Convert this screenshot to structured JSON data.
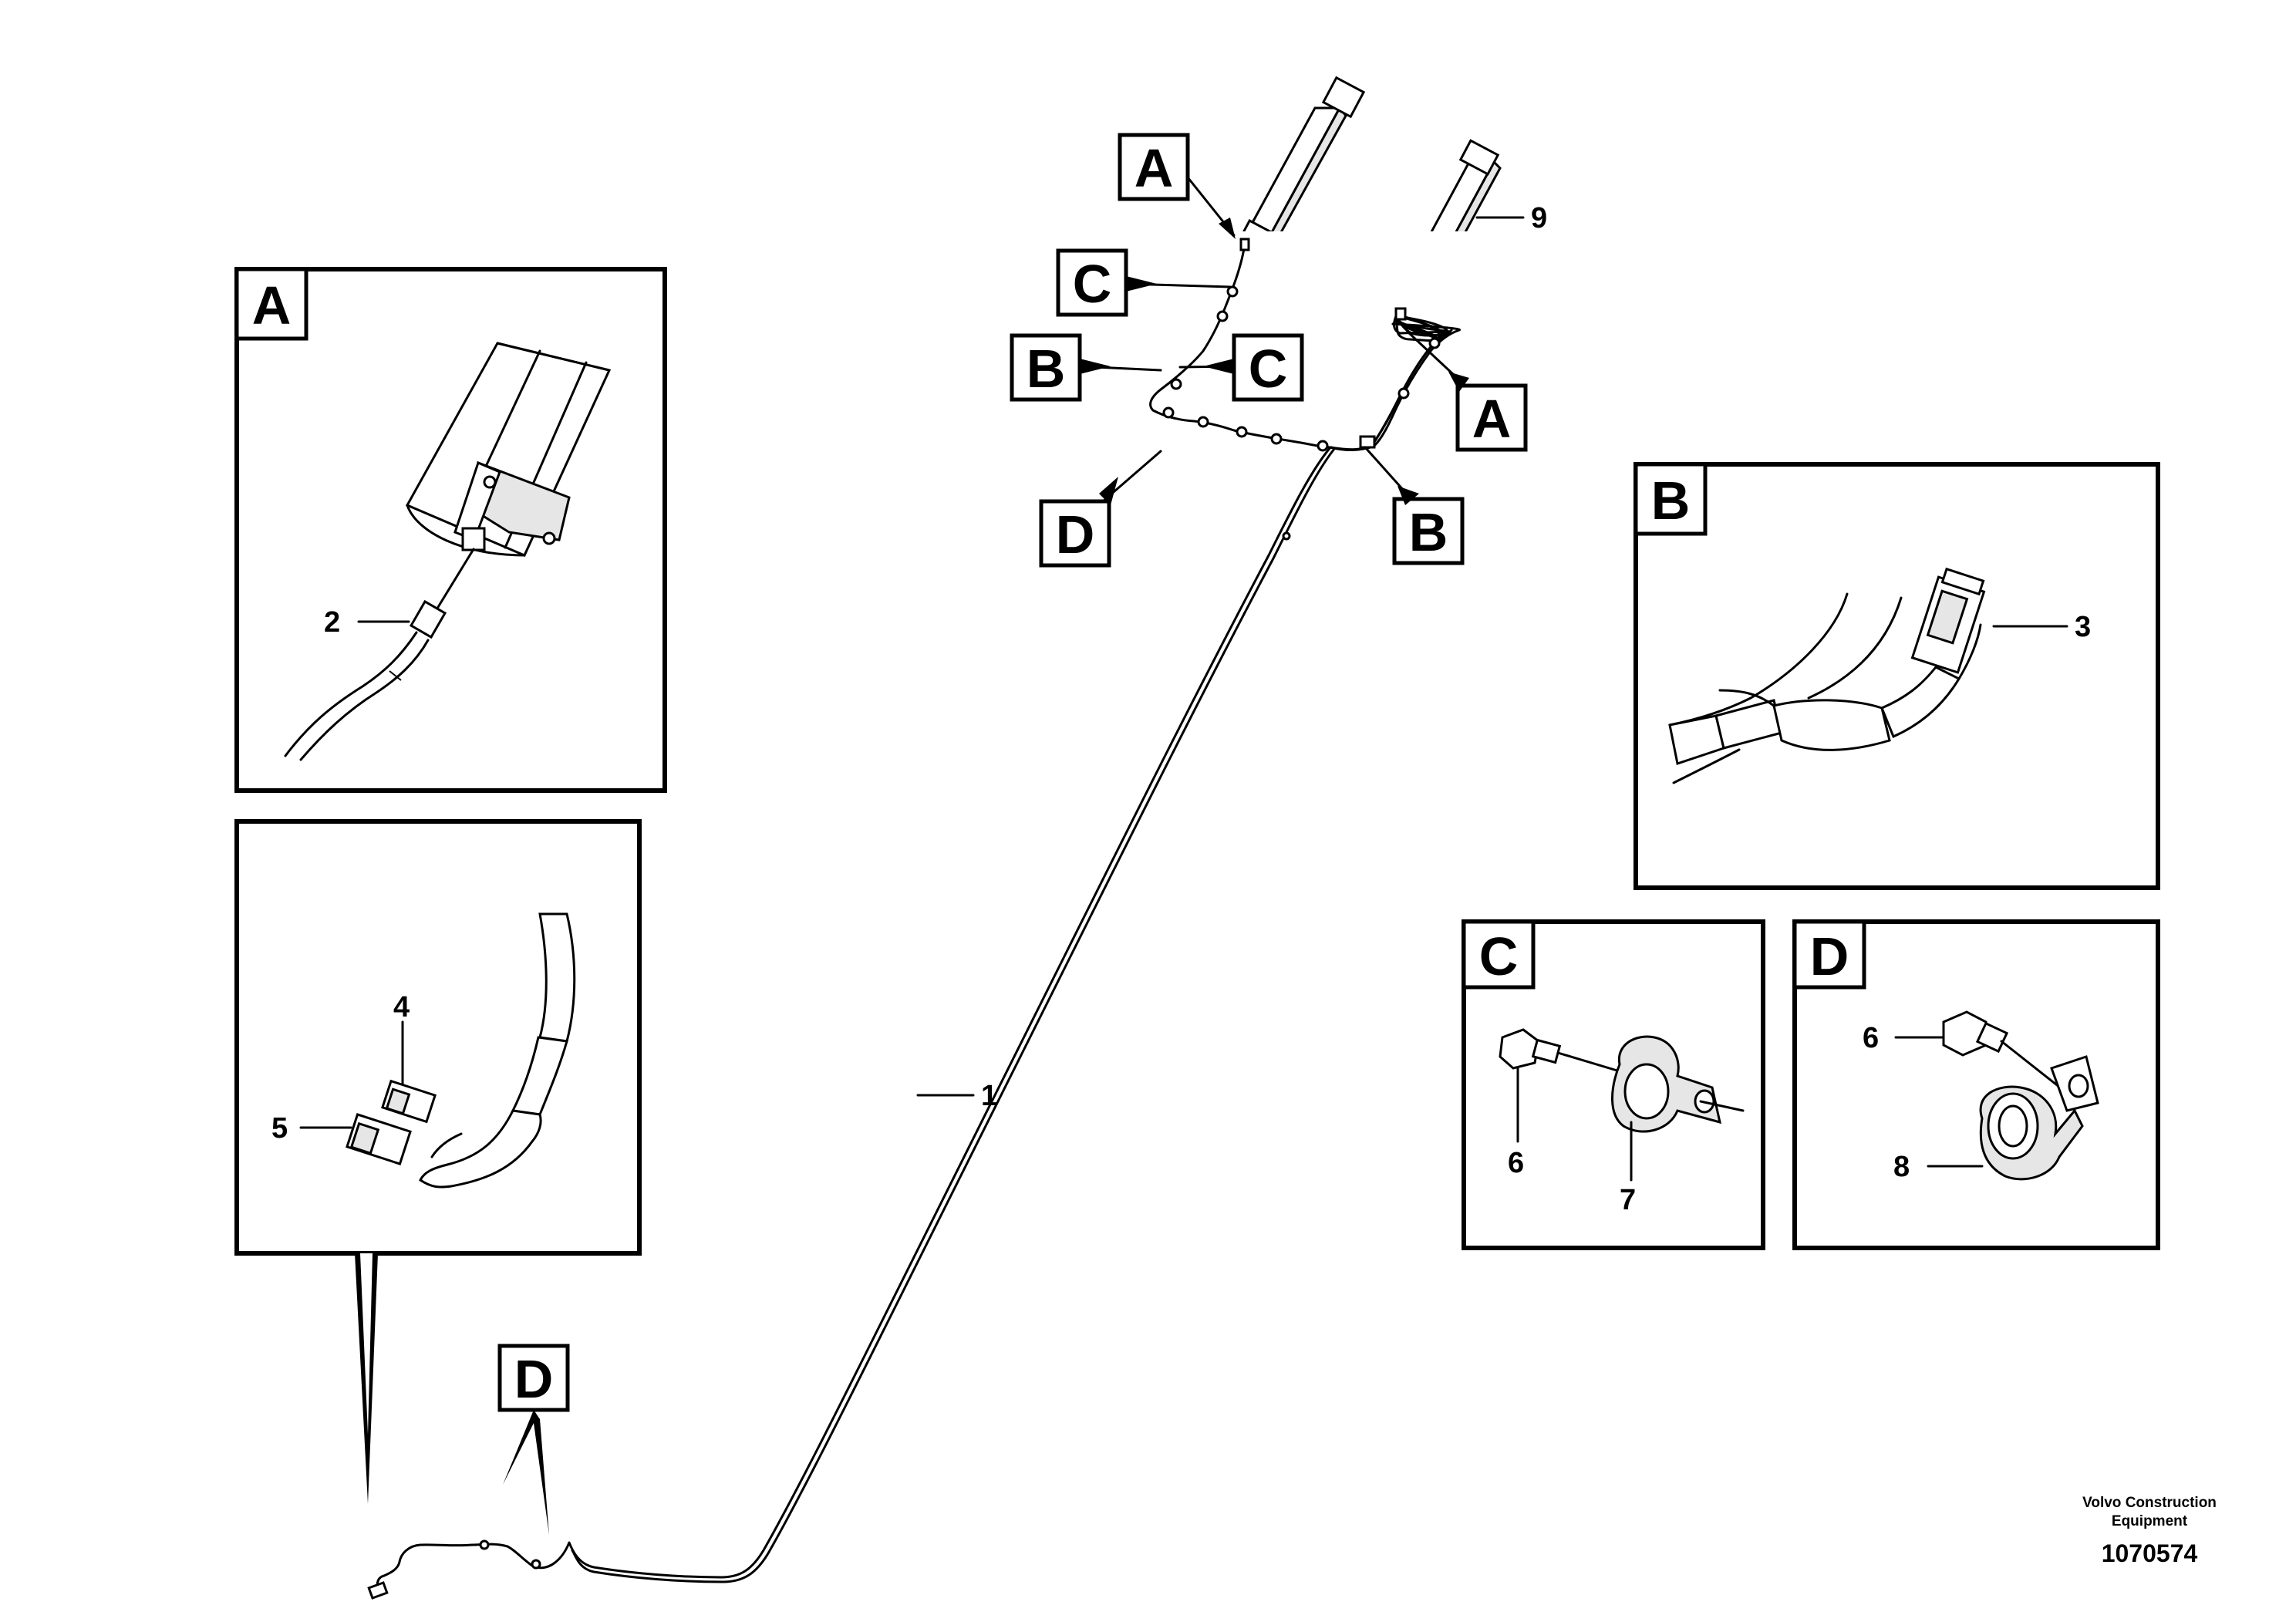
{
  "letters": {
    "a": "A",
    "b": "B",
    "c": "C",
    "d": "D"
  },
  "parts": {
    "p1": "1",
    "p2": "2",
    "p3": "3",
    "p4": "4",
    "p5": "5",
    "p6": "6",
    "p7": "7",
    "p8": "8",
    "p9": "9"
  },
  "footer": {
    "line1": "Volvo Construction",
    "line2": "Equipment",
    "number": "1070574"
  }
}
